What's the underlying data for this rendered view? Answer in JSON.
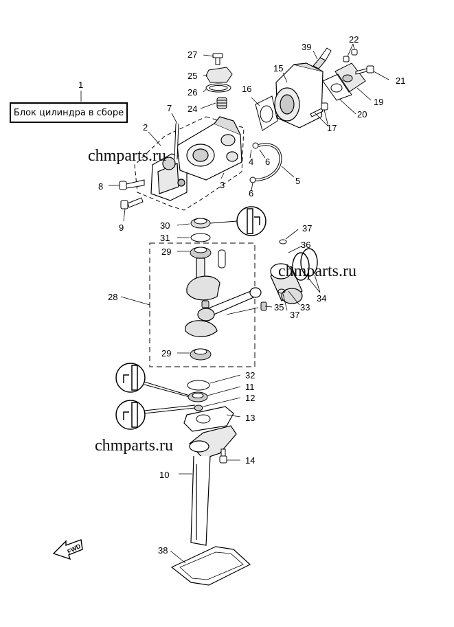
{
  "title_box": {
    "text": "Блок цилиндра в сборе"
  },
  "watermark": {
    "text": "chmparts.ru"
  },
  "fwd_label": "FWD",
  "callouts": [
    "1",
    "2",
    "3",
    "4",
    "5",
    "6",
    "6",
    "7",
    "8",
    "9",
    "10",
    "11",
    "12",
    "13",
    "14",
    "15",
    "16",
    "17",
    "19",
    "20",
    "21",
    "22",
    "24",
    "25",
    "26",
    "27",
    "28",
    "29",
    "29",
    "30",
    "31",
    "32",
    "33",
    "34",
    "35",
    "36",
    "37",
    "37",
    "38",
    "39"
  ]
}
